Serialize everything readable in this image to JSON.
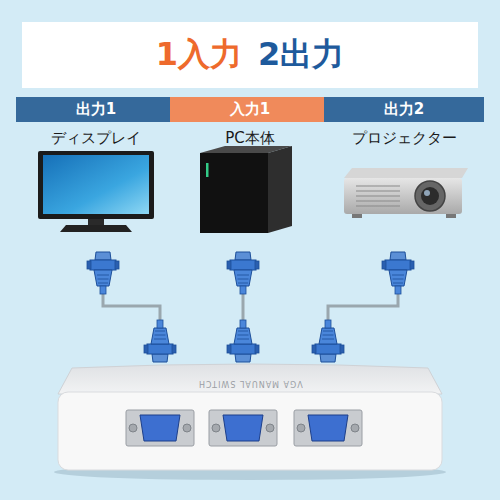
{
  "diagram": {
    "nodes": [
      {
        "text": [
          "1入力",
          "2出力"
        ]
      },
      {
        "text": [
          "出力1",
          "ディスプレイ"
        ]
      },
      {
        "text": [
          "入力1",
          "PC本体"
        ]
      },
      {
        "text": [
          "出力2",
          "プロジェクター"
        ]
      },
      {
        "text": [
          "VGA MANUAL SWITCH"
        ]
      }
    ],
    "edges": [
      {
        "from": 1,
        "to": 4,
        "arrow": "none"
      },
      {
        "from": 2,
        "to": 4,
        "arrow": "none"
      },
      {
        "from": 3,
        "to": 4,
        "arrow": "none"
      }
    ]
  }
}
